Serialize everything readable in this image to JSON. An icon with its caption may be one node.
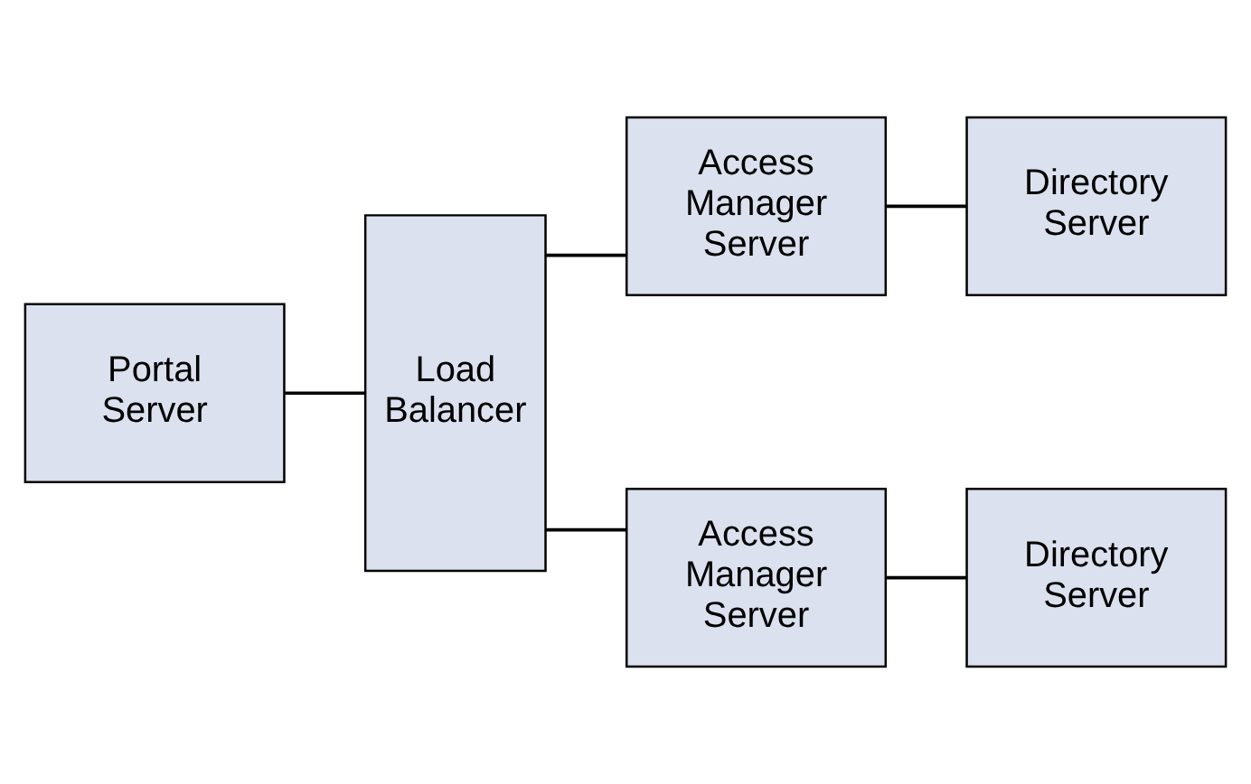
{
  "diagram": {
    "nodes": [
      {
        "text": [
          "Portal Server"
        ]
      },
      {
        "text": [
          "Load Balancer"
        ]
      },
      {
        "text": [
          "Access Manager Server"
        ]
      },
      {
        "text": [
          "Directory Server"
        ]
      },
      {
        "text": [
          "Access Manager Server"
        ]
      },
      {
        "text": [
          "Directory Server"
        ]
      }
    ],
    "edges": [
      {
        "from": 0,
        "to": 1,
        "arrow": "none"
      },
      {
        "from": 1,
        "to": 2,
        "arrow": "none"
      },
      {
        "from": 1,
        "to": 4,
        "arrow": "none"
      },
      {
        "from": 2,
        "to": 3,
        "arrow": "none"
      },
      {
        "from": 4,
        "to": 5,
        "arrow": "none"
      }
    ]
  }
}
